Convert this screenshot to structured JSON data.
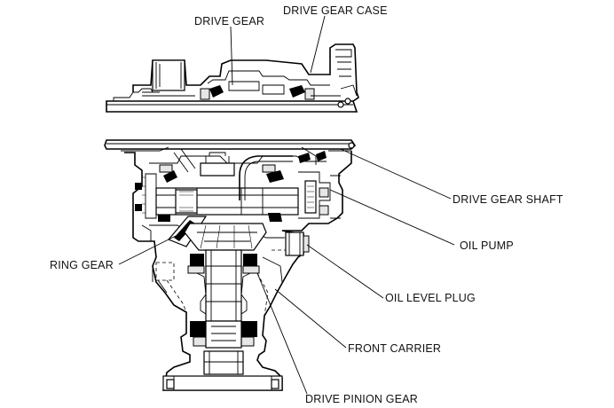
{
  "labels": {
    "drive_gear": "DRIVE GEAR",
    "drive_gear_case": "DRIVE GEAR CASE",
    "drive_gear_shaft": "DRIVE GEAR SHAFT",
    "oil_pump": "OIL PUMP",
    "ring_gear": "RING GEAR",
    "oil_level_plug": "OIL LEVEL PLUG",
    "front_carrier": "FRONT CARRIER",
    "drive_pinion_gear": "DRIVE PINION GEAR"
  }
}
